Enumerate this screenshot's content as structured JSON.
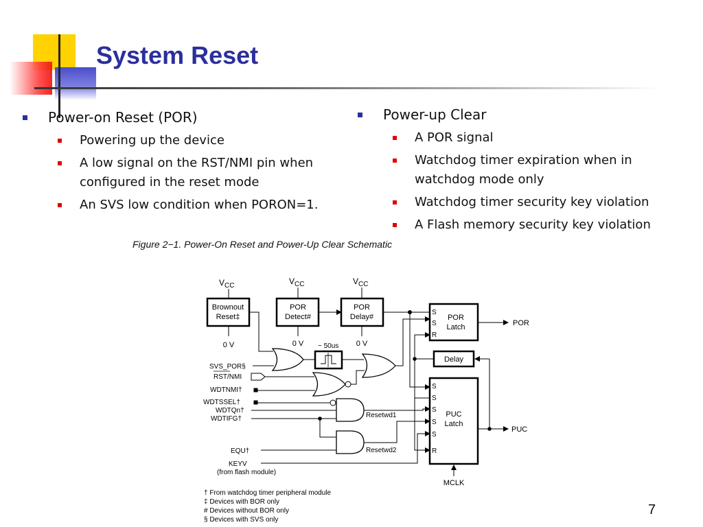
{
  "slide": {
    "title": "System Reset",
    "page_number": "7",
    "figure_caption": "Figure 2−1. Power-On Reset and Power-Up Clear Schematic"
  },
  "left_column": {
    "heading": "Power-on Reset (POR)",
    "items": [
      "Powering up the device",
      "A low signal on the RST/NMI pin when configured in the reset mode",
      "An SVS low condition when PORON=1."
    ]
  },
  "right_column": {
    "heading": "Power-up Clear",
    "items": [
      "A POR signal",
      "Watchdog timer expiration when in watchdog mode only",
      "Watchdog timer security key violation",
      "A Flash memory security key violation"
    ]
  },
  "schematic": {
    "vcc": "V",
    "vcc_sub": "CC",
    "zero_v": "0 V",
    "brownout_line1": "Brownout",
    "brownout_line2": "Reset‡",
    "por_detect_line1": "POR",
    "por_detect_line2": "Detect#",
    "por_delay_line1": "POR",
    "por_delay_line2": "Delay#",
    "delay_50us": "~ 50us",
    "delay_block": "Delay",
    "por_latch_line1": "POR",
    "por_latch_line2": "Latch",
    "puc_latch_line1": "PUC",
    "puc_latch_line2": "Latch",
    "latch_s": "S",
    "latch_r": "R",
    "out_por": "POR",
    "out_puc": "PUC",
    "mclk": "MCLK",
    "resetwd1": "Resetwd1",
    "resetwd2": "Resetwd2",
    "in_svs_por": "SVS_POR§",
    "in_rst_nmi": "RST/NMI",
    "in_wdtnmi": "WDTNMI†",
    "in_wdtssel": "WDTSSEL†",
    "in_wdtqn": "WDTQn†",
    "in_wdtifg": "WDTIFG†",
    "in_equ": "EQU†",
    "in_keyv": "KEYV",
    "in_keyv_note": "(from flash module)",
    "footnotes": [
      "† From watchdog timer peripheral module",
      "‡ Devices with BOR only",
      "# Devices without BOR only",
      "§ Devices with SVS only"
    ]
  }
}
